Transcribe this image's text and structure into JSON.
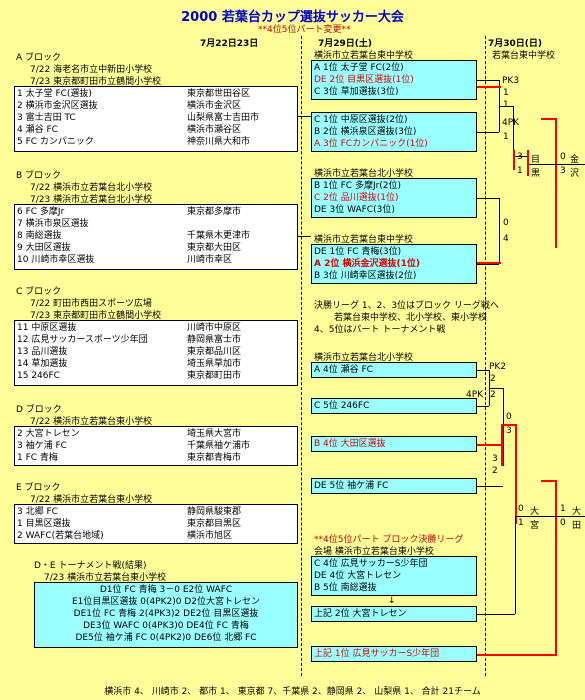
{
  "title": "2000 若葉台カップ選抜サッカー大会",
  "note": "**4位5位パート変更**",
  "dates": {
    "d1": "7月22日23日",
    "d2": "7月29日(土)",
    "d3": "7月30日(日)"
  },
  "venue_d3": "若葉台東中学校",
  "blocks": {
    "A": {
      "label": "A ブロック",
      "v1": "7/22 海老名市立中新田小学校",
      "v2": "7/23 東京都町田市立鶴間小学校",
      "rows": [
        [
          "1 太子堂 FC(選抜)",
          "東京都世田谷区"
        ],
        [
          "2 横浜市金沢区選抜",
          "横浜市金沢区"
        ],
        [
          "3 富士吉田 TC",
          "山梨県富士吉田市"
        ],
        [
          "4 瀬谷 FC",
          "横浜市瀬谷区"
        ],
        [
          "5 FC カンパニック",
          "神奈川県大和市"
        ]
      ]
    },
    "B": {
      "label": "B ブロック",
      "v1": "7/22 横浜市立若葉台北小学校",
      "v2": "7/23 横浜市立若葉台北小学校",
      "rows": [
        [
          "6 FC 多摩Jr",
          "東京都多摩市"
        ],
        [
          "7 横浜市泉区選抜",
          ""
        ],
        [
          "8 南総選抜",
          "千葉県木更津市"
        ],
        [
          "9 大田区選抜",
          "東京都大田区"
        ],
        [
          "10 川崎市幸区選抜",
          "川崎市幸区"
        ]
      ]
    },
    "C": {
      "label": "C ブロック",
      "v1": "7/22 町田市西田スポーツ広場",
      "v2": "7/23 東京都町田市立鶴間小学校",
      "rows": [
        [
          "11 中原区選抜",
          "川崎市中原区"
        ],
        [
          "12 広見サッカースポーツ少年団",
          "静岡県富士市"
        ],
        [
          "13 品川選抜",
          "東京都品川区"
        ],
        [
          "14 草加選抜",
          "埼玉県草加市"
        ],
        [
          "15 246FC",
          "東京都町田市"
        ]
      ]
    },
    "D": {
      "label": "D ブロック",
      "v1": "7/22 横浜市立若葉台東小学校",
      "rows": [
        [
          "2 大宮トレセン",
          "埼玉県大宮市"
        ],
        [
          "3 袖ケ浦 FC",
          "千葉県袖ケ浦市"
        ],
        [
          "1 FC 青梅",
          "東京都青梅市"
        ]
      ]
    },
    "E": {
      "label": "E ブロック",
      "v1": "7/22 横浜市立若葉台東小学校",
      "rows": [
        [
          "3 北郷 FC",
          "静岡県駿東郡"
        ],
        [
          "1 目黒区選抜",
          "東京都目黒区"
        ],
        [
          "2 WAFC(若葉台地域)",
          "横浜市旭区"
        ]
      ]
    }
  },
  "de_tournament": {
    "label": "D・E トーナメント戦(結果)",
    "venue": "7/23 横浜市立若葉台東小学校",
    "results": [
      "D1位 FC 青梅 3－0 E2位 WAFC",
      "E1位目黒区選抜 0(4PK2)0 D2位大宮トレセン",
      "DE1位 FC 青梅 2(4PK3)2 DE2位 目黒区選抜",
      "DE3位 WAFC 0(4PK3)0 DE4位 FC 青梅",
      "DE5位 袖ケ浦 FC 0(4PK2)0 DE6位 北郷 FC"
    ]
  },
  "right": {
    "g1": {
      "venue": "横浜市立若葉台東中学校",
      "rows": [
        "A 1位 太子堂 FC(2位)",
        "DE 2位 目黒区選抜(1位)",
        "C 3位 草加選抜(3位)"
      ]
    },
    "g2": {
      "rows": [
        "C 1位 中原区選抜(2位)",
        "B 2位 横浜泉区選抜(3位)",
        "A 3位 FCカンパニック(1位)"
      ]
    },
    "g3": {
      "venue": "横浜市立若葉台北小学校",
      "rows": [
        "B 1位 FC 多摩Jr(2位)",
        "C 2位 品川選抜(1位)",
        "DE 3位 WAFC(3位)"
      ]
    },
    "g4": {
      "venue": "横浜市立若葉台東中学校",
      "rows": [
        "DE 1位 FC 青梅(3位)",
        "A 2位 横浜金沢選抜(1位)",
        "B 3位 川崎幸区選抜(2位)"
      ]
    },
    "league_note": [
      "決勝リーグ 1、2、3位はブロック リーグ戦へ",
      "若葉台東中学校、北小学校、東小学校",
      "4、5位はパート トーナメント戦"
    ],
    "p_venue": "横浜市立若葉台北小学校",
    "p": [
      "A 4位 瀬谷 FC",
      "C 5位 246FC",
      "B 4位 大田区選抜",
      "DE 5位 袖ケ浦 FC"
    ],
    "part_note": "**4位5位パート ブロック決勝リーグ",
    "part_venue": "会場 横浜市立若葉台東小学校",
    "part_rows": [
      "C 4位 広見サッカーS少年団",
      "DE 4位 大宮トレセン",
      "B 5位 南総選抜"
    ],
    "arrow": "↓",
    "up2": "上記 2位 大宮トレセン",
    "up1": "上記 1位 広見サッカーS少年団"
  },
  "scores": {
    "pk3": "PK3",
    "s1a": "1",
    "s1b": "1",
    "pk4": "4PK",
    "s1c": "1",
    "s0a": "0",
    "s4": "4",
    "s3a": "3",
    "s1d": "1",
    "b1": "目",
    "b2": "黒",
    "s0b": "0",
    "s3b": "3",
    "k1": "金",
    "k2": "沢",
    "pk2": "PK2",
    "p2a": "2",
    "p4pk": "4PK",
    "p2b": "2",
    "p0": "0",
    "p3a": "3",
    "p3b": "3",
    "p2c": "2",
    "f0": "0",
    "f1": "1",
    "o1": "大",
    "o2": "宮",
    "f1b": "1",
    "f0b": "0",
    "t1": "大",
    "t2": "田"
  },
  "footer": "横浜市 4、 川崎市 2、 都市 1、 東京都 7、千葉県 2、静岡県 2、 山梨県 1、 合計 21チーム",
  "colors": {
    "bg": "#ffff99",
    "cyan": "#99ffff",
    "title": "#0000cc",
    "red": "#dd0000"
  }
}
